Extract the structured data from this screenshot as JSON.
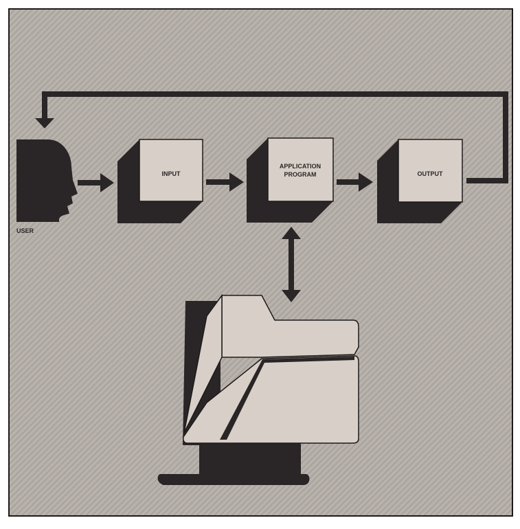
{
  "diagram": {
    "labels": {
      "user": "USER",
      "input": "INPUT",
      "application_line1": "APPLICATION",
      "application_line2": "PROGRAM",
      "output": "OUTPUT"
    },
    "icons": {
      "user": "user-head-silhouette-icon",
      "computer": "computer-terminal-icon"
    },
    "colors": {
      "background": "#b9b3ad",
      "stripe": "#aaa39d",
      "dark": "#2a2526",
      "box_face": "#d8d0c8",
      "border": "#1e1a1a"
    }
  }
}
